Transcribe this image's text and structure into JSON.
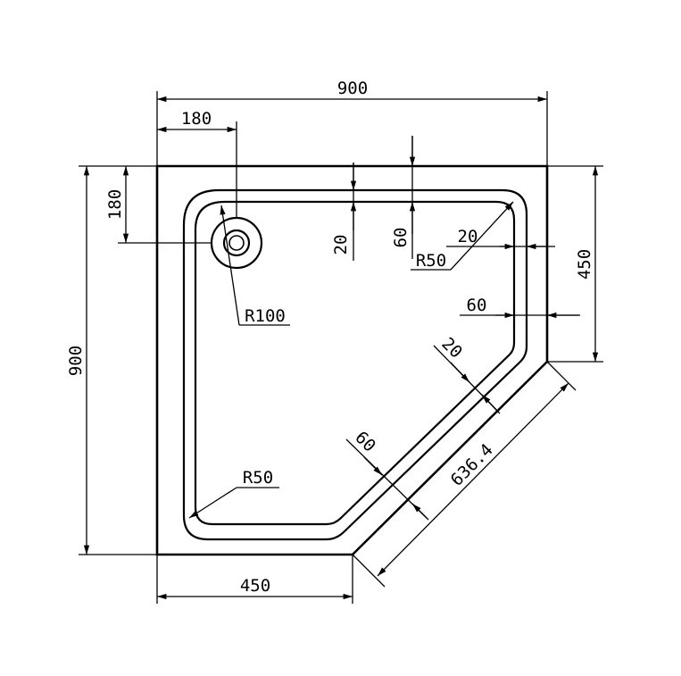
{
  "drawing": {
    "dimensions": {
      "top_width": "900",
      "drain_offset_x": "180",
      "drain_offset_y": "180",
      "left_height": "900",
      "right_height": "450",
      "bottom_width": "450",
      "diagonal_length": "636.4",
      "rim_top": "20",
      "rim_top_depth": "60",
      "rim_right_inner": "20",
      "rim_right_depth": "60",
      "rim_diagonal": "20",
      "rim_diagonal_depth": "60",
      "drain_radius": "R100",
      "corner_radius_top_right": "R50",
      "corner_radius_bottom_left": "R50"
    }
  }
}
